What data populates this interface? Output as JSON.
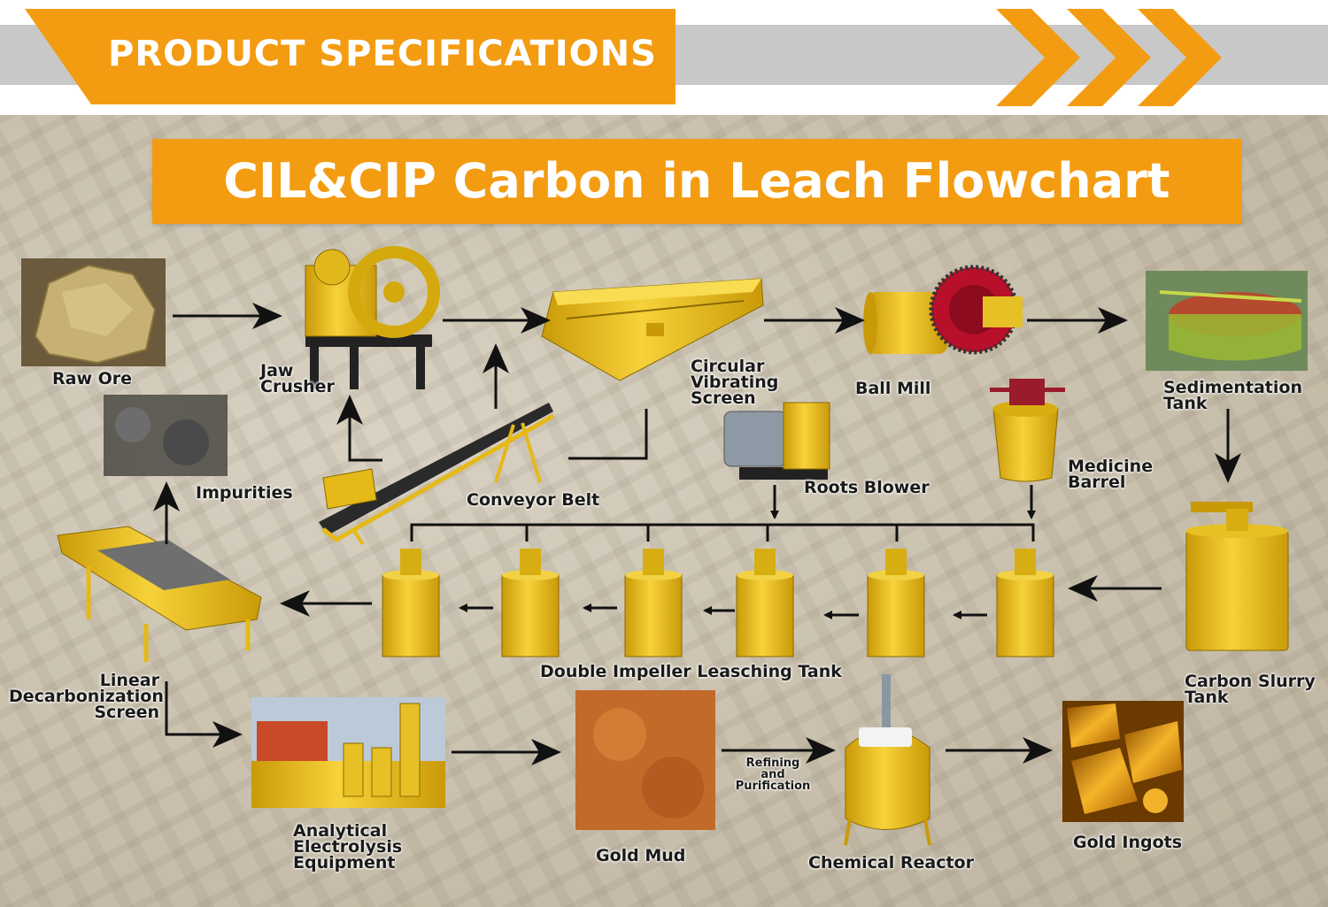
{
  "header": {
    "banner": "PRODUCT SPECIFICATIONS",
    "title": "CIL&CIP Carbon in Leach Flowchart"
  },
  "colors": {
    "accent": "#f39c12",
    "band": "#c8c8c8",
    "equipment_yellow": "#f2c21b",
    "arrow": "#111111"
  },
  "nodes": {
    "raw_ore": "Raw Ore",
    "jaw_crusher": [
      "Jaw",
      "Crusher"
    ],
    "vibrating_screen": [
      "Circular",
      "Vibrating",
      "Screen"
    ],
    "ball_mill": "Ball Mill",
    "sedimentation_tank": [
      "Sedimentation",
      "Tank"
    ],
    "impurities": "Impurities",
    "conveyor_belt": "Conveyor Belt",
    "roots_blower": "Roots Blower",
    "medicine_barrel": [
      "Medicine",
      "Barrel"
    ],
    "carbon_slurry_tank": [
      "Carbon Slurry",
      "Tank"
    ],
    "leaching_tank": "Double Impeller Leasching Tank",
    "decarbonization_screen": [
      "Linear",
      "Decarbonization",
      "Screen"
    ],
    "electrolysis": [
      "Analytical",
      "Electrolysis",
      "Equipment"
    ],
    "gold_mud": "Gold Mud",
    "refining": [
      "Refining",
      "and",
      "Purification"
    ],
    "chemical_reactor": "Chemical Reactor",
    "gold_ingots": "Gold Ingots"
  }
}
